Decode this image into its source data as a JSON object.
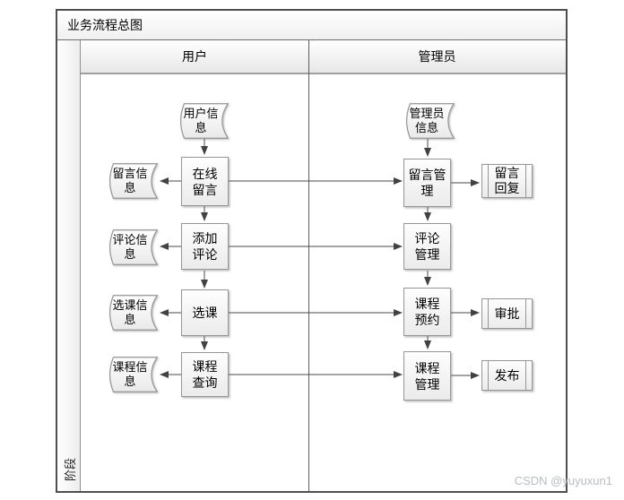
{
  "title": "业务流程总图",
  "phase_label": "阶段",
  "watermark": "CSDN @yuyuxun1",
  "lanes": [
    {
      "id": "user",
      "label": "用户"
    },
    {
      "id": "admin",
      "label": "管理员"
    }
  ],
  "colors": {
    "frame_border": "#4f4f4f",
    "shape_border": "#969696",
    "arrow": "#4a4a4a",
    "header_gradient_bottom": "#e7e7e7",
    "watermark": "#b9bdc0"
  },
  "nodes": {
    "user_info": {
      "type": "stored-data",
      "lane": "用户",
      "label": [
        "用户信",
        "息"
      ]
    },
    "online_message": {
      "type": "process",
      "lane": "用户",
      "label": [
        "在线",
        "留言"
      ]
    },
    "message_info": {
      "type": "stored-data",
      "lane": "用户",
      "label": [
        "留言信",
        "息"
      ]
    },
    "add_comment": {
      "type": "process",
      "lane": "用户",
      "label": [
        "添加",
        "评论"
      ]
    },
    "comment_info": {
      "type": "stored-data",
      "lane": "用户",
      "label": [
        "评论信",
        "息"
      ]
    },
    "select_course": {
      "type": "process",
      "lane": "用户",
      "label": [
        "选课"
      ]
    },
    "course_select_info": {
      "type": "stored-data",
      "lane": "用户",
      "label": [
        "选课信",
        "息"
      ]
    },
    "course_query": {
      "type": "process",
      "lane": "用户",
      "label": [
        "课程",
        "查询"
      ]
    },
    "course_info": {
      "type": "stored-data",
      "lane": "用户",
      "label": [
        "课程信",
        "息"
      ]
    },
    "admin_info": {
      "type": "stored-data",
      "lane": "管理员",
      "label": [
        "管理员",
        "信息"
      ]
    },
    "message_mgmt": {
      "type": "process",
      "lane": "管理员",
      "label": [
        "留言管",
        "理"
      ]
    },
    "message_reply": {
      "type": "subprocess",
      "lane": "管理员",
      "label": [
        "留言",
        "回复"
      ]
    },
    "comment_mgmt": {
      "type": "process",
      "lane": "管理员",
      "label": [
        "评论",
        "管理"
      ]
    },
    "course_reserve": {
      "type": "process",
      "lane": "管理员",
      "label": [
        "课程",
        "预约"
      ]
    },
    "approve": {
      "type": "subprocess",
      "lane": "管理员",
      "label": [
        "审批"
      ]
    },
    "course_mgmt": {
      "type": "process",
      "lane": "管理员",
      "label": [
        "课程",
        "管理"
      ]
    },
    "publish": {
      "type": "subprocess",
      "lane": "管理员",
      "label": [
        "发布"
      ]
    }
  },
  "flows": [
    {
      "from": "user_info",
      "to": "online_message"
    },
    {
      "from": "online_message",
      "to": "message_info"
    },
    {
      "from": "online_message",
      "to": "message_mgmt"
    },
    {
      "from": "online_message",
      "to": "add_comment"
    },
    {
      "from": "add_comment",
      "to": "comment_info"
    },
    {
      "from": "add_comment",
      "to": "comment_mgmt"
    },
    {
      "from": "add_comment",
      "to": "select_course"
    },
    {
      "from": "select_course",
      "to": "course_select_info"
    },
    {
      "from": "select_course",
      "to": "course_reserve"
    },
    {
      "from": "select_course",
      "to": "course_query"
    },
    {
      "from": "course_query",
      "to": "course_info"
    },
    {
      "from": "course_query",
      "to": "course_mgmt"
    },
    {
      "from": "admin_info",
      "to": "message_mgmt"
    },
    {
      "from": "message_mgmt",
      "to": "message_reply"
    },
    {
      "from": "message_mgmt",
      "to": "comment_mgmt"
    },
    {
      "from": "comment_mgmt",
      "to": "course_reserve"
    },
    {
      "from": "course_reserve",
      "to": "approve"
    },
    {
      "from": "course_reserve",
      "to": "course_mgmt"
    },
    {
      "from": "course_mgmt",
      "to": "publish"
    }
  ]
}
